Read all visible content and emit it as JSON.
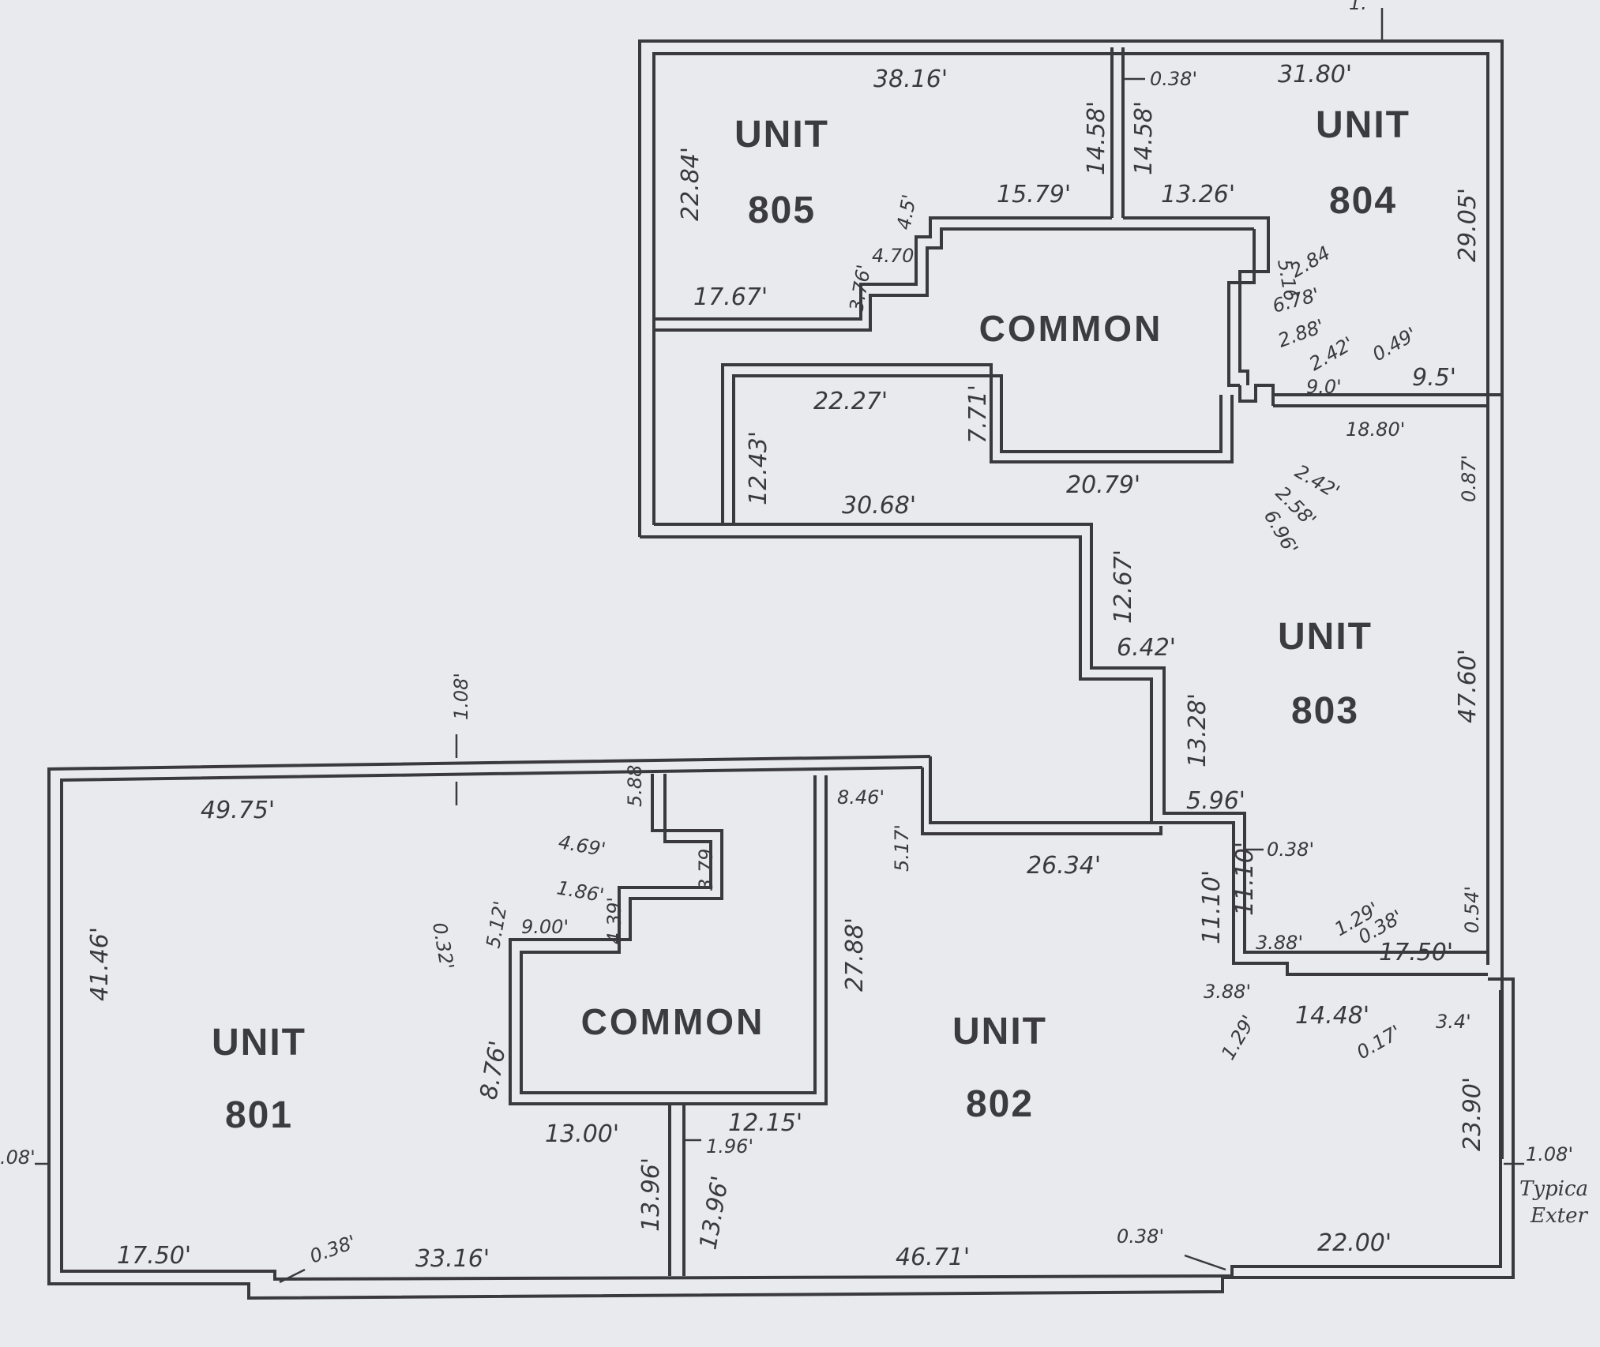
{
  "units": {
    "u805": {
      "title": "UNIT",
      "number": "805"
    },
    "u804": {
      "title": "UNIT",
      "number": "804"
    },
    "u803": {
      "title": "UNIT",
      "number": "803"
    },
    "u802": {
      "title": "UNIT",
      "number": "802"
    },
    "u801": {
      "title": "UNIT",
      "number": "801"
    }
  },
  "common": {
    "upper": "COMMON",
    "lower": "COMMON"
  },
  "dims": {
    "d38_16": "38.16'",
    "d0_38_top": "0.38'",
    "d31_80": "31.80'",
    "d22_84": "22.84'",
    "d14_58a": "14.58'",
    "d14_58b": "14.58'",
    "d29_05": "29.05'",
    "d15_79": "15.79'",
    "d13_26": "13.26'",
    "d4_5": "4.5'",
    "d4_70": "4.70'",
    "d3_76": "3.76'",
    "d17_67": "17.67'",
    "d5_16": "5.16",
    "d2_84": "2.84",
    "d6_78": "6.78'",
    "d2_88": "2.88'",
    "d2_42a": "2.42'",
    "d0_49": "0.49'",
    "d9_0": "9.0'",
    "d9_5": "9.5'",
    "d18_80": "18.80'",
    "d0_87": "0.87'",
    "d22_27": "22.27'",
    "d7_71": "7.71'",
    "d12_43": "12.43'",
    "d20_79": "20.79'",
    "d30_68": "30.68'",
    "d2_42b": "2.42'",
    "d2_58": "2.58'",
    "d6_96": "6.96'",
    "d12_67": "12.67'",
    "d6_42": "6.42'",
    "d47_60": "47.60'",
    "d1_08_mid": "1.08'",
    "d13_28": "13.28'",
    "d49_75": "49.75'",
    "d5_88": "5.88",
    "d4_69": "4.69'",
    "d3_79": "3.79",
    "d8_46": "8.46'",
    "d5_17": "5.17'",
    "d5_96": "5.96'",
    "d26_34": "26.34'",
    "d0_38_mid": "0.38'",
    "d1_86": "1.86'",
    "d4_39": "4.39'",
    "d5_12": "5.12'",
    "d0_32": "0.32'",
    "d9_00": "9.00'",
    "d41_46": "41.46'",
    "d27_88": "27.88'",
    "d11_10a": "11.10'",
    "d11_10b": "11.10'",
    "d3_88a": "3.88'",
    "d1_29": "1.29'",
    "d0_38b": "0.38'",
    "d17_50a": "17.50'",
    "d0_54": "0.54'",
    "d3_88b": "3.88'",
    "d1_29b": "1.29'",
    "d14_48": "14.48'",
    "d0_17": "0.17'",
    "d3_4": "3.4'",
    "d8_76": "8.76'",
    "d13_00": "13.00'",
    "d12_15": "12.15'",
    "d1_96": "1.96'",
    "d23_90": "23.90'",
    "d1_08_right": "1.08'",
    "d08_left": ".08'",
    "d13_96a": "13.96'",
    "d13_96b": "13.96'",
    "d17_50b": "17.50'",
    "d0_38c": "0.38'",
    "d33_16": "33.16'",
    "d46_71": "46.71'",
    "d0_38d": "0.38'",
    "d22_00": "22.00'",
    "d1_top": "1."
  },
  "notes": {
    "typical": "Typica",
    "exterior": "Exter"
  }
}
